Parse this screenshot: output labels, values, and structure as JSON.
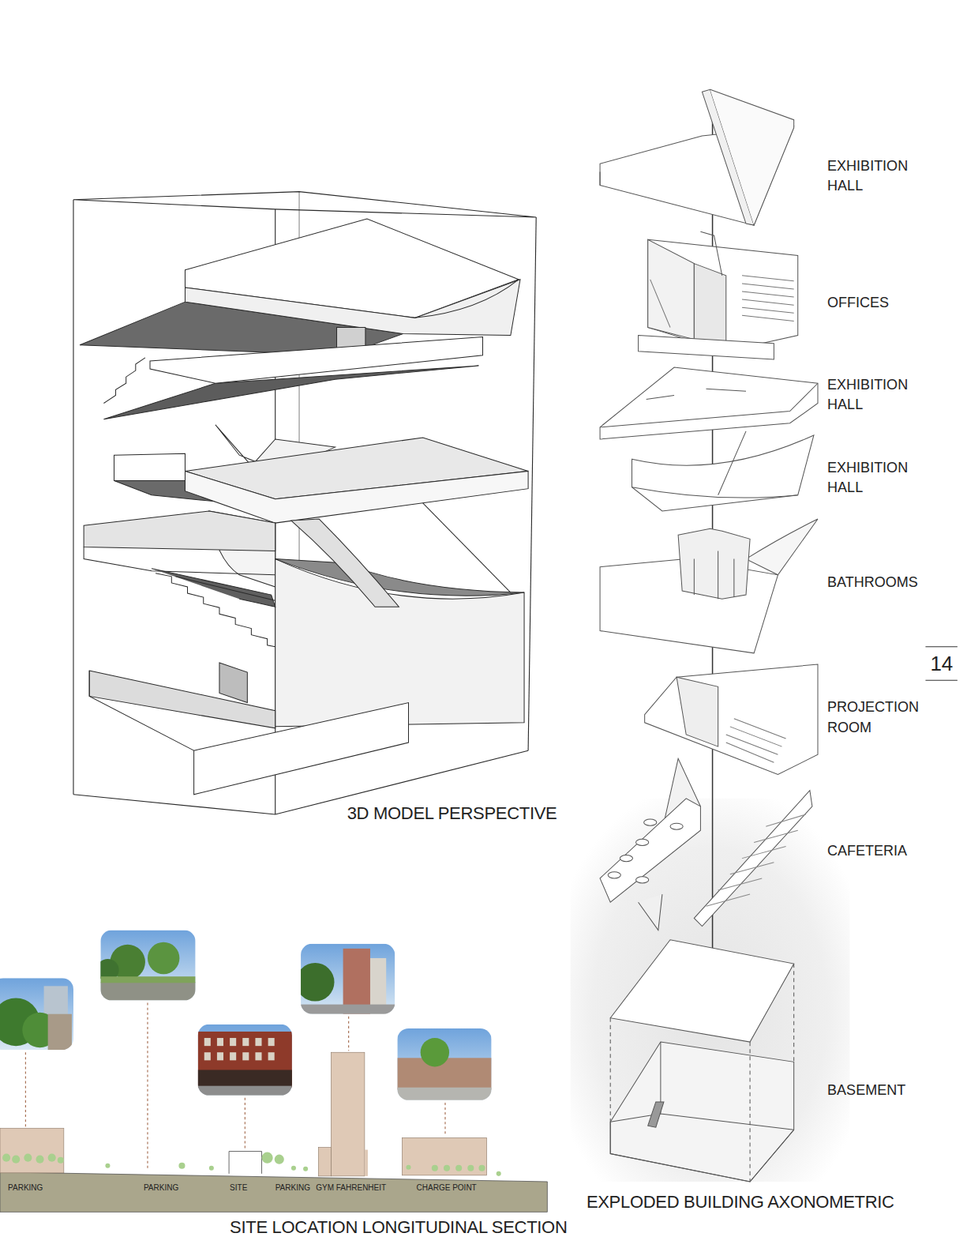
{
  "diagram": {
    "labels": [
      "EXHIBITION HALL",
      "OFFICES",
      "EXHIBITION HALL",
      "EXHIBITION HALL",
      "BATHROOMS",
      "PROJECTION ROOM",
      "CAFETERIA",
      "BASEMENT",
      "14",
      "3D MODEL PERSPECTIVE",
      "EXPLODED BUILDING AXONOMETRIC",
      "PARKING",
      "PARKING",
      "SITE",
      "PARKING",
      "GYM FAHRENHEIT",
      "CHARGE POINT",
      "SITE LOCATION LONGITUDINAL SECTION"
    ]
  }
}
